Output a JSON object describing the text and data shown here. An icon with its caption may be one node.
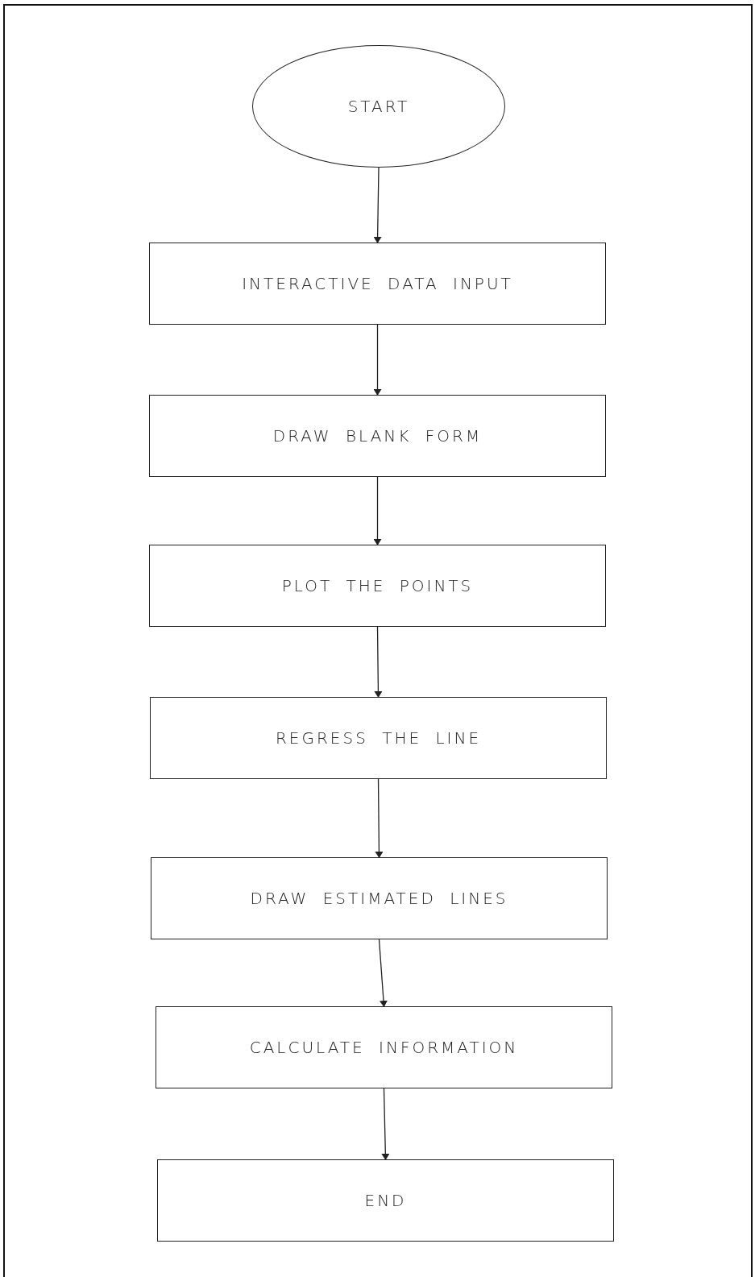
{
  "diagram": {
    "nodes": [
      {
        "text": [
          "START"
        ]
      },
      {
        "text": [
          "INTERACTIVE DATA INPUT"
        ]
      },
      {
        "text": [
          "DRAW BLANK FORM"
        ]
      },
      {
        "text": [
          "PLOT THE POINTS"
        ]
      },
      {
        "text": [
          "REGRESS THE LINE"
        ]
      },
      {
        "text": [
          "DRAW ESTIMATED LINES"
        ]
      },
      {
        "text": [
          "CALCULATE INFORMATION"
        ]
      },
      {
        "text": [
          "END"
        ]
      }
    ],
    "edges": [
      {
        "from": 0,
        "to": 1,
        "arrow": "to"
      },
      {
        "from": 1,
        "to": 2,
        "arrow": "to"
      },
      {
        "from": 2,
        "to": 3,
        "arrow": "to"
      },
      {
        "from": 3,
        "to": 4,
        "arrow": "to"
      },
      {
        "from": 4,
        "to": 5,
        "arrow": "to"
      },
      {
        "from": 5,
        "to": 6,
        "arrow": "to"
      },
      {
        "from": 6,
        "to": 7,
        "arrow": "to"
      }
    ]
  }
}
